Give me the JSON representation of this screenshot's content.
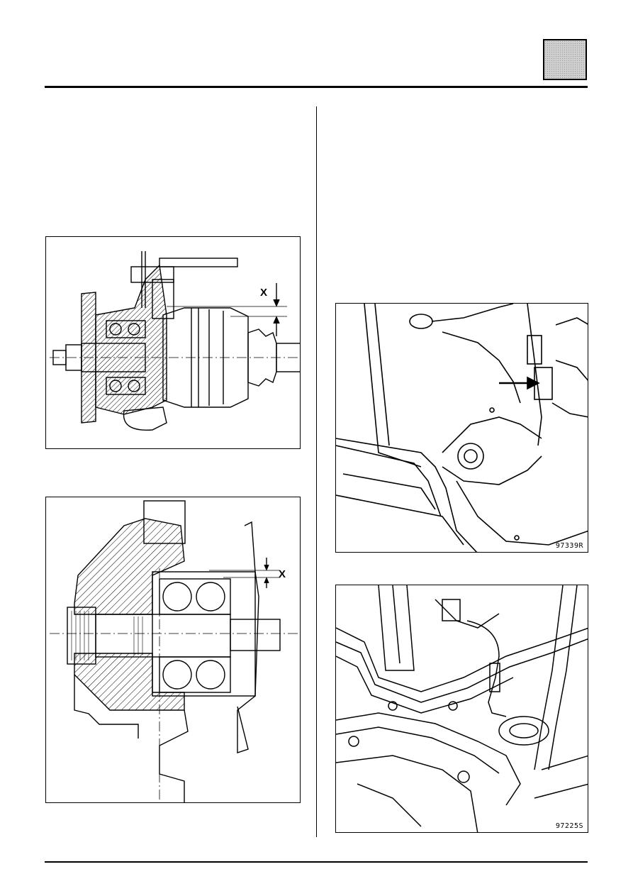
{
  "figures": {
    "fig1": {
      "dimension_label": "X"
    },
    "fig2": {
      "dimension_label": "X"
    },
    "fig3": {
      "reference": "97339R"
    },
    "fig4": {
      "reference": "97225S"
    }
  },
  "colors": {
    "ink": "#000000",
    "tab_fill": "#cfcfcf"
  }
}
